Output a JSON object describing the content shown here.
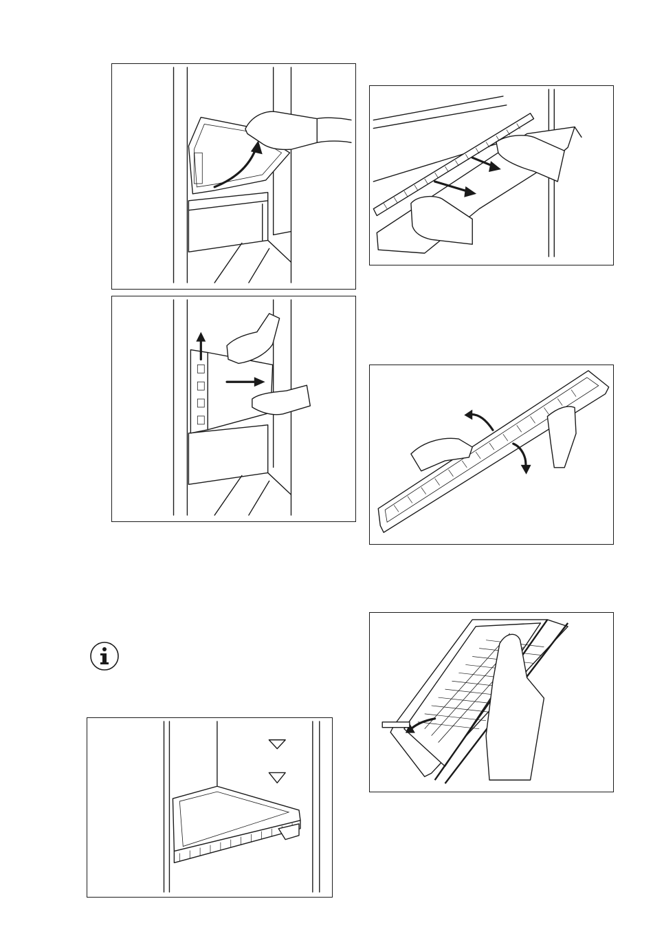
{
  "page": {
    "background": "#ffffff",
    "line_color": "#1a1a1a"
  },
  "figures": [
    {
      "id": "fig1",
      "depicts": "hand-lifting-drawer-cover-icon"
    },
    {
      "id": "fig2",
      "depicts": "hands-sliding-out-cover-icon"
    },
    {
      "id": "fig3",
      "depicts": "hands-pulling-filter-out-icon"
    },
    {
      "id": "fig4",
      "depicts": "hands-rotating-filter-icon"
    },
    {
      "id": "fig5",
      "depicts": "hand-removing-filter-insert-icon"
    },
    {
      "id": "fig6",
      "depicts": "shelf-with-filter-icon"
    }
  ],
  "info_icon": {
    "icon": "info-icon"
  }
}
